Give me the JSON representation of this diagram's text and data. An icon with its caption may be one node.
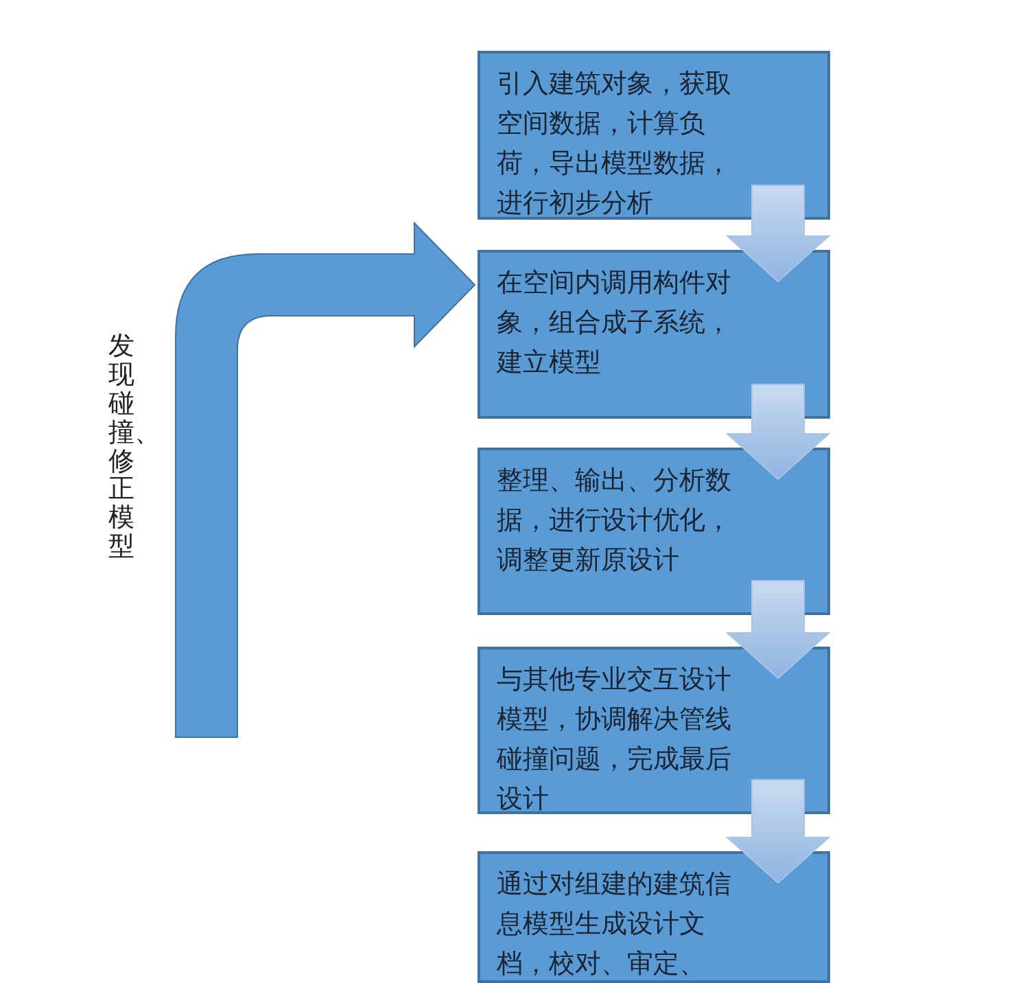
{
  "diagram": {
    "nodes": [
      {
        "text": [
          "引入建筑对象，获取空间数据，计算负荷，导出模型数据，进行初步分析"
        ]
      },
      {
        "text": [
          "在空间内调用构件对象，组合成子系统，建立模型"
        ]
      },
      {
        "text": [
          "整理、输出、分析数据，进行设计优化，调整更新原设计"
        ]
      },
      {
        "text": [
          "与其他专业交互设计模型，协调解决管线碰撞问题，完成最后设计"
        ]
      },
      {
        "text": [
          "通过对组建的建筑信息模型生成设计文档，校对、审定、"
        ]
      }
    ],
    "edges": [
      {
        "from": 0,
        "to": 1,
        "arrow": "to",
        "style": "thick"
      },
      {
        "from": 1,
        "to": 2,
        "arrow": "to",
        "style": "thick"
      },
      {
        "from": 2,
        "to": 3,
        "arrow": "to",
        "style": "thick"
      },
      {
        "from": 3,
        "to": 4,
        "arrow": "to",
        "style": "thick"
      },
      {
        "from": null,
        "to": 1,
        "arrow": "to",
        "style": "thick",
        "color": "#5b9bd5"
      }
    ],
    "labels": [
      "发现碰撞、修正模型"
    ]
  }
}
